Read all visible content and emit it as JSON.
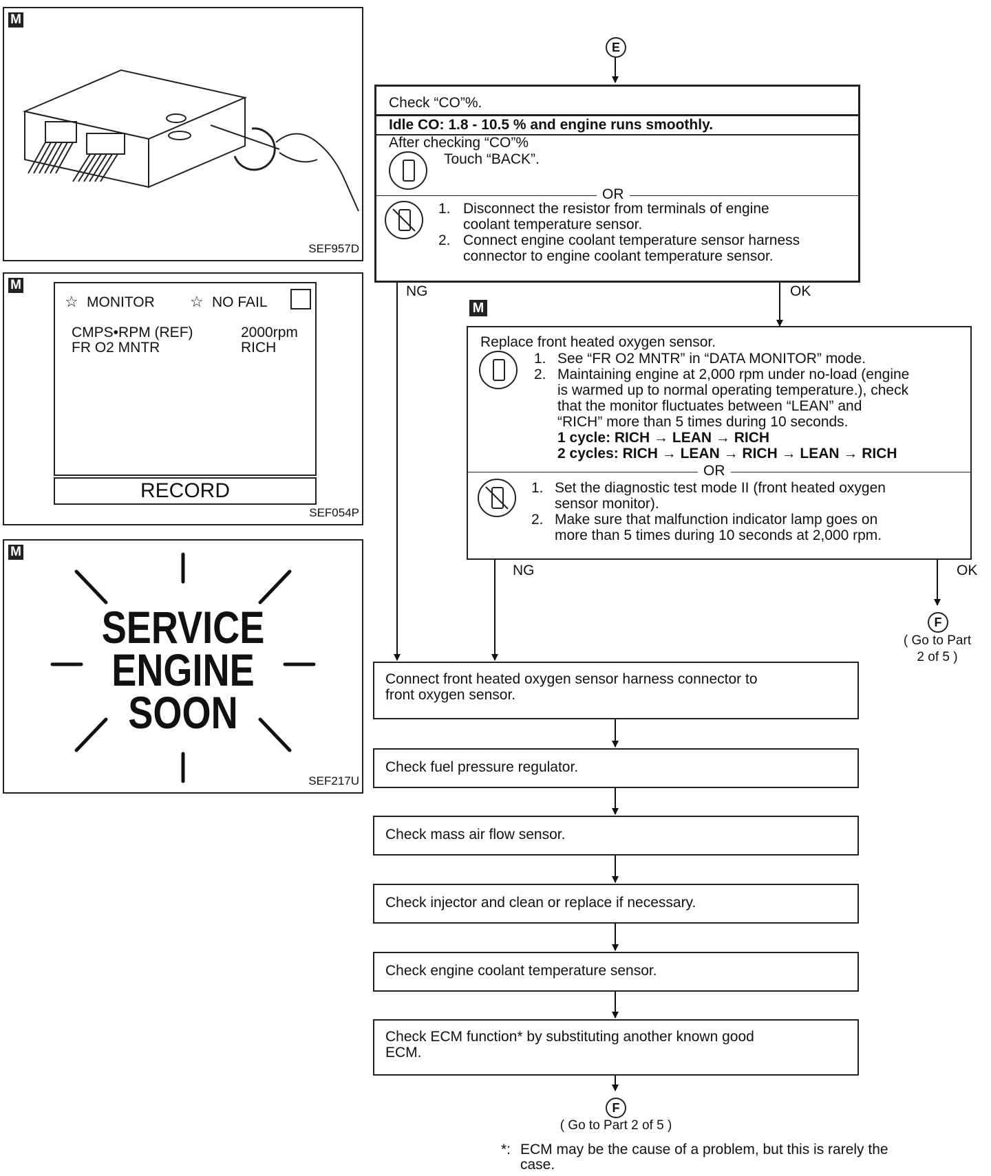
{
  "left_panels": {
    "p1": {
      "badge": "M",
      "ref": "SEF957D"
    },
    "p2": {
      "badge": "M",
      "ref": "SEF054P",
      "header_monitor": "MONITOR",
      "header_nofail": "NO  FAIL",
      "rows": [
        {
          "name": "CMPS•RPM (REF)",
          "value": "2000rpm"
        },
        {
          "name": "FR O2 MNTR",
          "value": "RICH"
        }
      ],
      "record": "RECORD"
    },
    "p3": {
      "badge": "M",
      "ref": "SEF217U",
      "lines": [
        "SERVICE",
        "ENGINE",
        "SOON"
      ]
    }
  },
  "connectors": {
    "E": "E",
    "F": "F",
    "ng": "NG",
    "ok": "OK"
  },
  "box1": {
    "line1": "Check “CO”%.",
    "spec": "Idle CO: 1.8 - 10.5 % and engine runs smoothly.",
    "after": "After checking “CO”%",
    "touch": "Touch “BACK”.",
    "or": "OR",
    "steps": [
      {
        "n": "1.",
        "l1": "Disconnect the resistor from terminals of engine",
        "l2": "coolant temperature sensor."
      },
      {
        "n": "2.",
        "l1": "Connect engine coolant temperature sensor harness",
        "l2": "connector to engine coolant temperature sensor."
      }
    ]
  },
  "box2": {
    "badge": "M",
    "title": "Replace front heated oxygen sensor.",
    "s1": {
      "n": "1.",
      "l1": "See “FR O2 MNTR” in “DATA MONITOR” mode."
    },
    "s2": {
      "n": "2.",
      "l1": "Maintaining engine at 2,000 rpm under no-load (engine",
      "l2": "is warmed up to normal operating temperature.), check",
      "l3": "that the monitor fluctuates between “LEAN” and",
      "l4": "“RICH” more than 5 times during 10 seconds."
    },
    "cycle1": "1 cycle: RICH → LEAN → RICH",
    "cycle2": "2 cycles: RICH → LEAN → RICH → LEAN → RICH",
    "or": "OR",
    "t1": {
      "n": "1.",
      "l1": "Set the diagnostic test mode II (front heated oxygen",
      "l2": "sensor monitor)."
    },
    "t2": {
      "n": "2.",
      "l1": "Make sure that malfunction indicator lamp goes on",
      "l2": "more than 5 times during 10 seconds at 2,000 rpm."
    }
  },
  "goto_right": {
    "l1": "( Go to Part",
    "l2": "2 of 5 )"
  },
  "steps": [
    {
      "l1": "Connect front heated oxygen sensor harness connector to",
      "l2": "front oxygen sensor."
    },
    {
      "l1": "Check fuel pressure regulator.",
      "l2": ""
    },
    {
      "l1": "Check mass air flow sensor.",
      "l2": ""
    },
    {
      "l1": "Check injector and clean or replace if necessary.",
      "l2": ""
    },
    {
      "l1": "Check engine coolant temperature sensor.",
      "l2": ""
    },
    {
      "l1": "Check ECM function* by substituting another known good",
      "l2": "ECM."
    }
  ],
  "goto_bottom": "( Go to Part 2 of 5 )",
  "footnote": {
    "mark": "*:",
    "l1": "ECM may be the cause of a problem, but this is rarely the",
    "l2": "case."
  }
}
